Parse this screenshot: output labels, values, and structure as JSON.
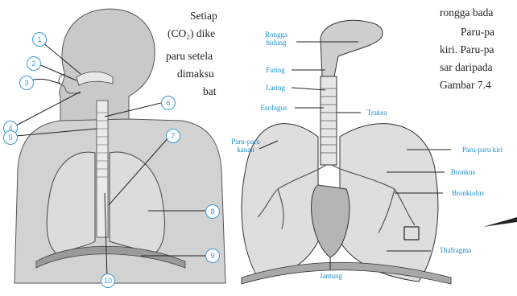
{
  "left_text": [
    "Setiap",
    "(CO₂) dike",
    "paru setela",
    "dimaksu",
    "bat"
  ],
  "right_text": [
    "rongga bada",
    "Paru-pa",
    "kiri. Paru-pa",
    "sar daripada",
    "Gambar 7.4"
  ],
  "numbers": [
    "1",
    "2",
    "3",
    "4",
    "5",
    "6",
    "7",
    "8",
    "9",
    "10"
  ],
  "labels": {
    "rongga_hidung": "Rongga hidung",
    "faring": "Faring",
    "laring": "Laring",
    "esofagus": "Esofagus",
    "paru_kanan": "Paru-paru kanan",
    "trakea": "Trakea",
    "paru_kiri": "Paru-paru kiri",
    "bronkus": "Bronkus",
    "bronkiolus": "Bronkiolus",
    "diafragma": "Diafragma",
    "jantung": "Jantung"
  },
  "colors": {
    "label_blue": "#1a8fd1",
    "figure_gray": "#bdbdbd",
    "outline": "#333333"
  }
}
